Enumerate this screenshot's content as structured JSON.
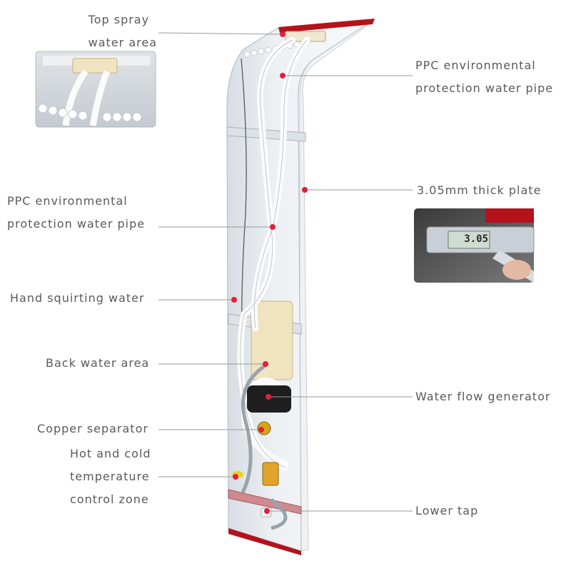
{
  "labels": {
    "top_spray": [
      "Top spray",
      "water area"
    ],
    "ppc_right": [
      "PPC environmental",
      "protection water pipe"
    ],
    "thick_plate": "3.05mm thick plate",
    "ppc_left": [
      "PPC environmental",
      "protection water pipe"
    ],
    "hand_squirting": "Hand squirting water",
    "back_water": "Back water area",
    "flow_generator": "Water flow generator",
    "copper_separator": "Copper separator",
    "hot_cold": [
      "Hot and cold",
      "temperature",
      "control zone"
    ],
    "lower_tap": "Lower tap"
  },
  "caliper_readout": "3.05",
  "colors": {
    "label_text": "#5a5a5a",
    "leader_line": "#9a9a9a",
    "marker_dot": "#e0203a",
    "panel_white": "#f4f6f8",
    "panel_edge": "#c9cfd6",
    "panel_red": "#b5121b",
    "pipe_white": "#fbfbfb",
    "brass": "#d9a21b"
  }
}
